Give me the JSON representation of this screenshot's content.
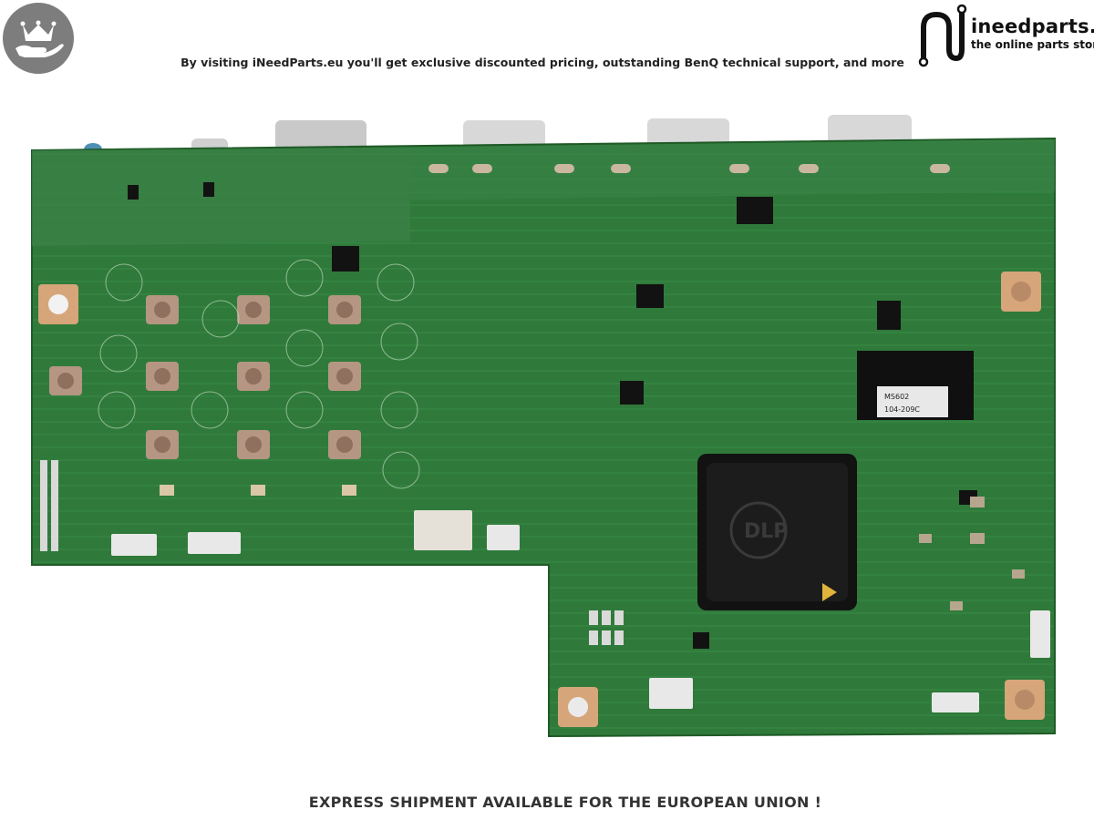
{
  "header": {
    "badge_icon": "crown-on-hand-icon",
    "tagline": "By visiting iNeedParts.eu you'll get exclusive discounted pricing, outstanding BenQ technical support, and more",
    "logo": {
      "icon": "plug-n-icon",
      "brand": "ineedparts.eu",
      "subtitle": "the online parts store"
    }
  },
  "board": {
    "chip_main_label": "DLP",
    "chip_secondary_label_1": "MS602",
    "chip_secondary_label_2": "104-209C"
  },
  "footer": {
    "text": "EXPRESS SHIPMENT AVAILABLE FOR THE EUROPEAN UNION !"
  },
  "colors": {
    "pcb_green": "#2f7a3a",
    "text_dark": "#222222",
    "badge_grey": "#7d7d7d"
  }
}
